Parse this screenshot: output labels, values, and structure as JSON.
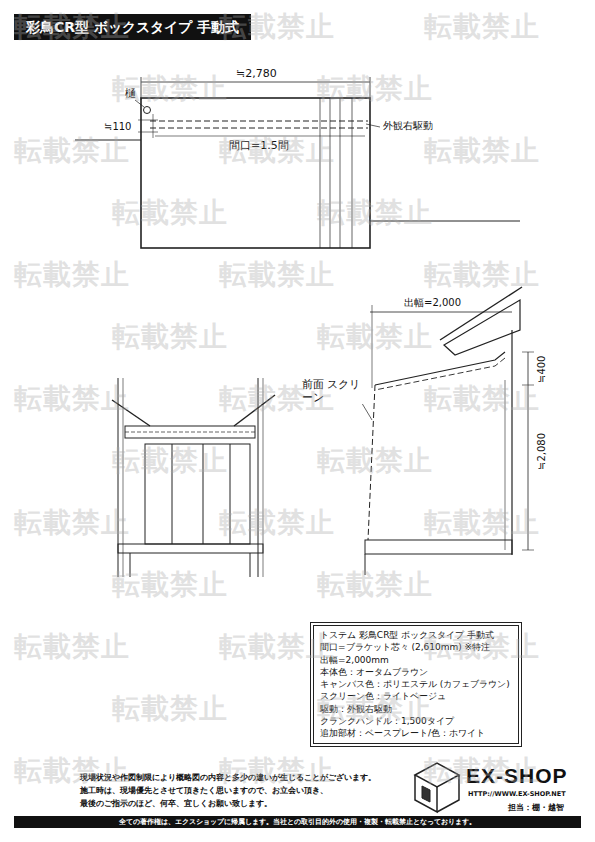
{
  "diagram": {
    "title": "彩鳥CR型 ボックスタイプ 手動式",
    "nodes": [
      {
        "text": [
          "トステム 彩鳥CR型 ボックスタイプ 手動式",
          "間口=ブラケット芯々 (2,610mm) ※特注",
          "出幅=2,000mm",
          "本体色：オータムブラウン",
          "キャンバス色：ポリエステル (カフェブラウン)",
          "スクリーン色：ライトベージュ",
          "駆動：外観右駆動",
          "クランクハンドル：1,500タイプ",
          "追加部材：ベースプレート/色：ホワイト"
        ]
      },
      {
        "text": [
          "全ての著作権は、エクスショップに帰属します。当社との取引目的外の使用・複製・転載禁止となっております。"
        ]
      }
    ],
    "labels": [
      "≒2,780",
      "樋",
      "≒110",
      "外観右駆動",
      "間口=1.5間",
      "出幅=2,000",
      "≒400",
      "≒2,080",
      "前面 スクリーン",
      "現場状況や作図制限により概略図の内容と多少の違いが生じることがございます。",
      "施工時は、現場優先とさせて頂きたく思いますので、お立会い頂き、",
      "最後のご指示のほど、何卒、宜しくお願い致します。",
      "EX-SHOP",
      "HTTP://WWW.EX-SHOP.NET",
      "担当：棚・越智",
      "転載禁止",
      "転載禁止",
      "転載禁止",
      "転載禁止",
      "転載禁止",
      "転載禁止",
      "転載禁止",
      "転載禁止",
      "転載禁止",
      "転載禁止",
      "転載禁止",
      "転載禁止",
      "転載禁止",
      "転載禁止",
      "転載禁止",
      "転載禁止",
      "転載禁止",
      "転載禁止",
      "転載禁止",
      "転載禁止",
      "転載禁止",
      "転載禁止",
      "転載禁止",
      "転載禁止",
      "転載禁止",
      "転載禁止",
      "転載禁止",
      "転載禁止",
      "転載禁止",
      "転載禁止",
      "転載禁止",
      "転載禁止",
      "転載禁止"
    ]
  }
}
